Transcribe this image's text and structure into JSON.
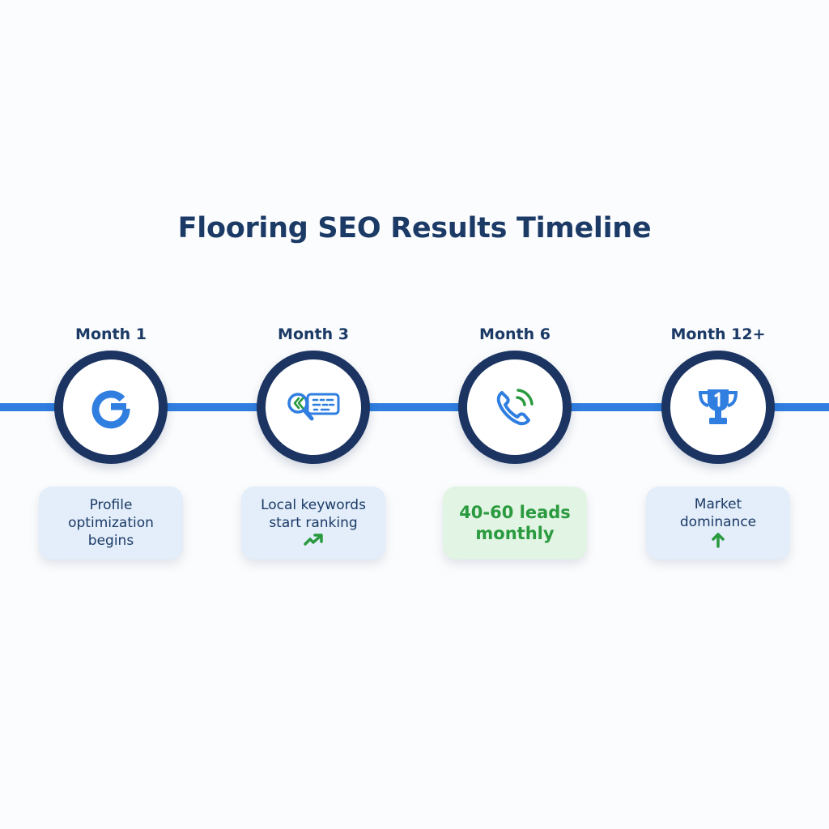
{
  "title": "Flooring SEO Results Timeline",
  "colors": {
    "line": "#2f7ee0",
    "node_border": "#1b3461",
    "text_dark": "#1b3a66",
    "card_blue": "#e3eefa",
    "card_green": "#e2f4e3",
    "accent_green": "#2a9a3f"
  },
  "stages": [
    {
      "month": "Month 1",
      "icon": "google-g-icon",
      "text": "Profile\noptimization\nbegins"
    },
    {
      "month": "Month 3",
      "icon": "keyword-search-icon",
      "text": "Local keywords\nstart ranking",
      "sub_icon": "trend-up-arrow-icon"
    },
    {
      "month": "Month 6",
      "icon": "phone-call-icon",
      "text": "40-60 leads\nmonthly"
    },
    {
      "month": "Month 12+",
      "icon": "trophy-number-one-icon",
      "text": "Market\ndominance",
      "sub_icon": "up-arrow-icon"
    }
  ]
}
